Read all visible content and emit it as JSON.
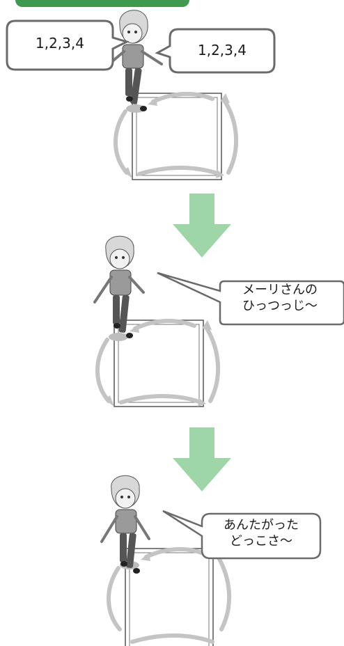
{
  "colors": {
    "header_bar": "#3f9a4f",
    "arrow": "#9fd6a8",
    "bubble_border": "#6a6a6a",
    "bubble_fill": "#ffffff",
    "floor_square": "#555555",
    "motion_arrows": "#bdbdbd"
  },
  "panels": [
    {
      "bubbles": [
        {
          "text": "1,2,3,4"
        },
        {
          "text": "1,2,3,4"
        }
      ]
    },
    {
      "bubbles": [
        {
          "text": "メーリさんの\nひっつっじ～"
        }
      ]
    },
    {
      "bubbles": [
        {
          "text": "あんたがった\nどっこさ～"
        }
      ]
    }
  ],
  "icons": {
    "step_arrow": "down-arrow-icon",
    "character": "girl-dancing-illustration",
    "floor_path": "square-floor-path-icon"
  }
}
